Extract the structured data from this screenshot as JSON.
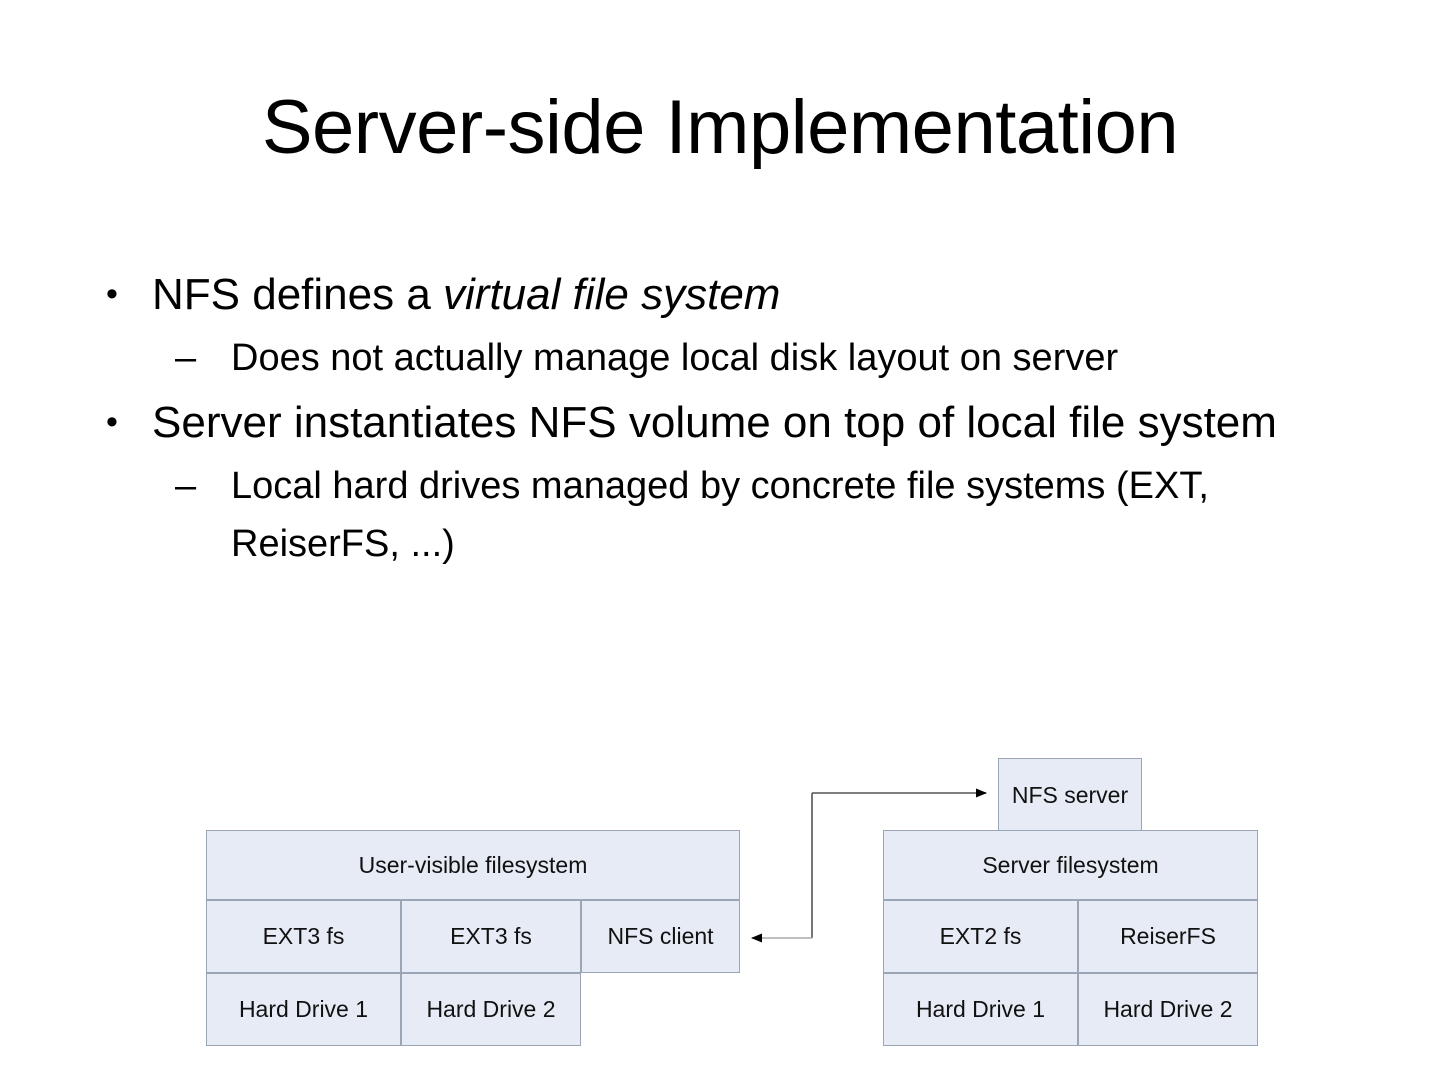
{
  "slide": {
    "title": "Server-side Implementation",
    "bullets": [
      {
        "level": 1,
        "marker": "•",
        "text_before": "NFS defines a ",
        "text_italic": "virtual file system",
        "text_after": ""
      },
      {
        "level": 2,
        "marker": "–",
        "text": "Does not actually manage local disk layout on server"
      },
      {
        "level": 1,
        "marker": "•",
        "text": "Server instantiates NFS volume on top of local file system"
      },
      {
        "level": 2,
        "marker": "–",
        "text": "Local hard drives managed by concrete file systems (EXT, ReiserFS, ...)"
      }
    ]
  },
  "diagram": {
    "client": {
      "top_label": "User-visible filesystem",
      "fs_layer": [
        "EXT3 fs",
        "EXT3 fs"
      ],
      "nfs_client_label": "NFS client",
      "drives": [
        "Hard Drive  1",
        "Hard Drive  2"
      ]
    },
    "server": {
      "nfs_server_label": "NFS server",
      "top_label": "Server filesystem",
      "fs_layer": [
        "EXT2 fs",
        "ReiserFS"
      ],
      "drives": [
        "Hard Drive  1",
        "Hard Drive  2"
      ]
    },
    "colors": {
      "box_fill": "#e6ebf5",
      "box_stroke": "#9aa5b5",
      "connector": "#555555",
      "text": "#111111"
    }
  }
}
